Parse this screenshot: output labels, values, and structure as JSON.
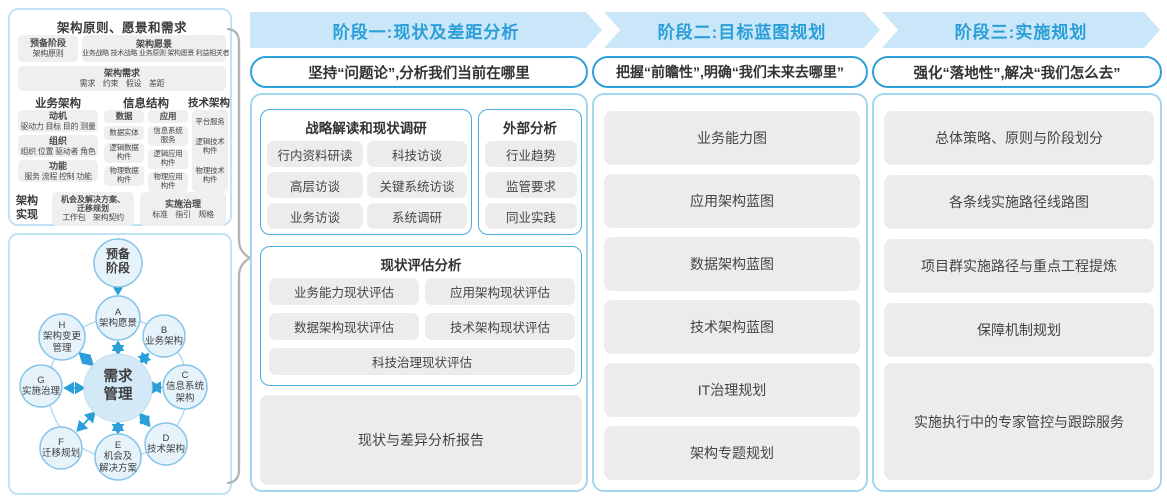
{
  "colors": {
    "accent_blue": "#2b9ed8",
    "banner_bg": "#c9e7f8",
    "panel_border_light": "#a5d6f1",
    "box_border_blue": "#4aabde",
    "gray_box": "#ececec",
    "node_fill": "#e6f3fb",
    "node_stroke": "#85c4e9",
    "center_fill": "#d4e9f7",
    "brace_gray": "#b5b5b5",
    "text_dark": "#3d3d3d"
  },
  "left_panel": {
    "title": "架构原则、愿景和需求",
    "prep_stage": {
      "title": "预备阶段",
      "detail": "架构原则"
    },
    "vision": {
      "title": "架构愿景",
      "detail": "业务战略 技术战略 业务原则 架构愿景 利益相关者"
    },
    "requirements": {
      "title": "架构需求",
      "detail": "需求　约束　假设　差距"
    },
    "business": {
      "header": "业务架构",
      "boxes": [
        {
          "title": "动机",
          "detail": "驱动力 目标 目的 测量"
        },
        {
          "title": "组织",
          "detail": "组织 位置 驱动者 角色"
        },
        {
          "title": "功能",
          "detail": "服务 流程 控制 功能"
        }
      ]
    },
    "information": {
      "header": "信息结构",
      "data_col": {
        "title": "数据",
        "items": [
          "数据实体",
          "逻辑数据\n构件",
          "物理数据\n构件"
        ]
      },
      "app_col": {
        "title": "应用",
        "items": [
          "信息系统\n服务",
          "逻辑应用\n构件",
          "物理应用\n构件"
        ]
      }
    },
    "technology": {
      "header": "技术架构",
      "items": [
        "平台服务",
        "逻辑技术\n构件",
        "物理技术\n构件"
      ]
    },
    "realization": {
      "label": "架构\n实现",
      "opportunity": {
        "title": "机会及解决方案、\n迁移规划",
        "detail": "工作包　架构契约"
      },
      "governance": {
        "title": "实施治理",
        "detail": "标准　指引　规格"
      }
    }
  },
  "adm_cycle": {
    "prep": "预备\n阶段",
    "center": "需求\n管理",
    "nodes": [
      {
        "label": "A\n架构愿景"
      },
      {
        "label": "B\n业务架构"
      },
      {
        "label": "C\n信息系统\n架构"
      },
      {
        "label": "D\n技术架构"
      },
      {
        "label": "E\n机会及\n解决方案"
      },
      {
        "label": "F\n迁移规划"
      },
      {
        "label": "G\n实施治理"
      },
      {
        "label": "H\n架构变更\n管理"
      }
    ]
  },
  "phases": [
    {
      "banner": "阶段一:现状及差距分析",
      "slogan": "坚持“问题论”,分析我们当前在哪里",
      "survey": {
        "title": "战略解读和现状调研",
        "items": [
          "行内资料研读",
          "科技访谈",
          "高层访谈",
          "关键系统访谈",
          "业务访谈",
          "系统调研"
        ]
      },
      "external": {
        "title": "外部分析",
        "items": [
          "行业趋势",
          "监管要求",
          "同业实践"
        ]
      },
      "assessment": {
        "title": "现状评估分析",
        "items": [
          "业务能力现状评估",
          "应用架构现状评估",
          "数据架构现状评估",
          "技术架构现状评估",
          "科技治理现状评估"
        ]
      },
      "report": "现状与差异分析报告"
    },
    {
      "banner": "阶段二:目标蓝图规划",
      "slogan": "把握“前瞻性”,明确“我们未来去哪里”",
      "items": [
        "业务能力图",
        "应用架构蓝图",
        "数据架构蓝图",
        "技术架构蓝图",
        "IT治理规划",
        "架构专题规划"
      ]
    },
    {
      "banner": "阶段三:实施规划",
      "slogan": "强化“落地性”,解决“我们怎么去”",
      "items": [
        "总体策略、原则与阶段划分",
        "各条线实施路径线路图",
        "项目群实施路径与重点工程提炼",
        "保障机制规划",
        "实施执行中的专家管控与跟踪服务"
      ]
    }
  ]
}
